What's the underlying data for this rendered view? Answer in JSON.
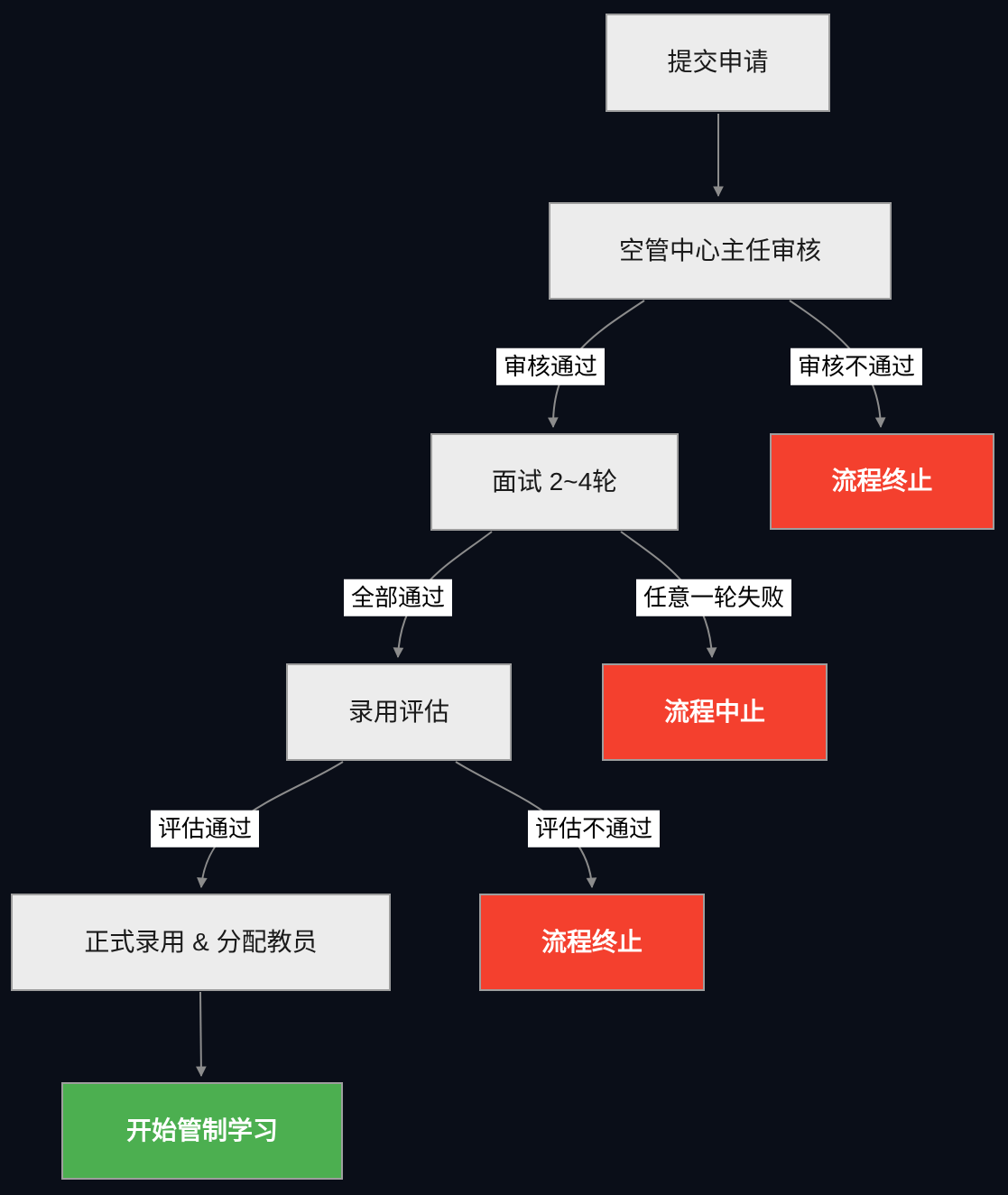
{
  "diagram": {
    "type": "flowchart",
    "direction": "top-down",
    "nodes": [
      {
        "id": "submit",
        "label": "提交申请",
        "kind": "step"
      },
      {
        "id": "director-review",
        "label": "空管中心主任审核",
        "kind": "step"
      },
      {
        "id": "interview",
        "label": "面试 2~4轮",
        "kind": "step"
      },
      {
        "id": "terminate-1",
        "label": "流程终止",
        "kind": "danger"
      },
      {
        "id": "evaluation",
        "label": "录用评估",
        "kind": "step"
      },
      {
        "id": "abort",
        "label": "流程中止",
        "kind": "danger"
      },
      {
        "id": "hire",
        "label": "正式录用 & 分配教员",
        "kind": "step"
      },
      {
        "id": "terminate-2",
        "label": "流程终止",
        "kind": "danger"
      },
      {
        "id": "start-training",
        "label": "开始管制学习",
        "kind": "success"
      }
    ],
    "edges": [
      {
        "from": "submit",
        "to": "director-review",
        "label": ""
      },
      {
        "from": "director-review",
        "to": "interview",
        "label": "审核通过"
      },
      {
        "from": "director-review",
        "to": "terminate-1",
        "label": "审核不通过"
      },
      {
        "from": "interview",
        "to": "evaluation",
        "label": "全部通过"
      },
      {
        "from": "interview",
        "to": "abort",
        "label": "任意一轮失败"
      },
      {
        "from": "evaluation",
        "to": "hire",
        "label": "评估通过"
      },
      {
        "from": "evaluation",
        "to": "terminate-2",
        "label": "评估不通过"
      },
      {
        "from": "hire",
        "to": "start-training",
        "label": ""
      }
    ],
    "colors": {
      "background": "#0a0e18",
      "node-bg": "#ececec",
      "node-border": "#9e9e9e",
      "node-text": "#1a1a1a",
      "danger-bg": "#f4402e",
      "success-bg": "#4caf50",
      "inverse-text": "#ffffff",
      "edge": "#8c8c8c",
      "label-bg": "#ffffff",
      "label-text": "#000000"
    }
  }
}
